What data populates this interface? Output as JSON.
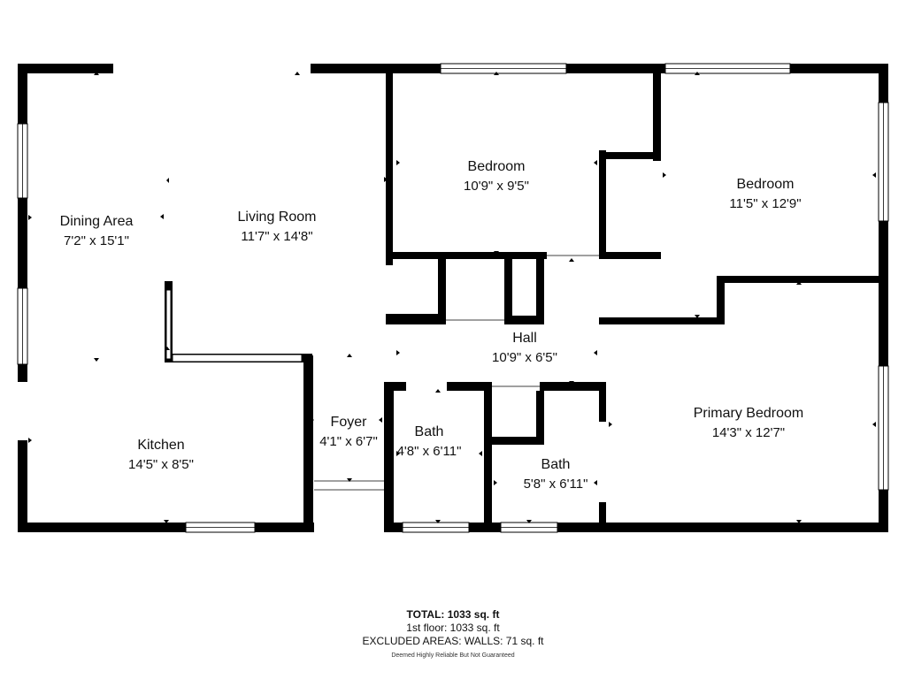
{
  "rooms": {
    "dining_area": {
      "name": "Dining Area",
      "dims": "7'2\" x 15'1\""
    },
    "living_room": {
      "name": "Living Room",
      "dims": "11'7\" x 14'8\""
    },
    "kitchen": {
      "name": "Kitchen",
      "dims": "14'5\" x 8'5\""
    },
    "foyer": {
      "name": "Foyer",
      "dims": "4'1\" x 6'7\""
    },
    "bedroom_1": {
      "name": "Bedroom",
      "dims": "10'9\" x 9'5\""
    },
    "bedroom_2": {
      "name": "Bedroom",
      "dims": "11'5\" x 12'9\""
    },
    "hall": {
      "name": "Hall",
      "dims": "10'9\" x 6'5\""
    },
    "bath_1": {
      "name": "Bath",
      "dims": "4'8\" x 6'11\""
    },
    "bath_2": {
      "name": "Bath",
      "dims": "5'8\" x 6'11\""
    },
    "primary_bedroom": {
      "name": "Primary Bedroom",
      "dims": "14'3\" x 12'7\""
    }
  },
  "summary": {
    "total": "TOTAL: 1033 sq. ft",
    "floor": "1st floor: 1033 sq. ft",
    "excluded": "EXCLUDED AREAS: WALLS: 71 sq. ft",
    "disclaimer": "Deemed Highly Reliable But Not Guaranteed"
  },
  "colors": {
    "wall": "#000000",
    "background": "#ffffff",
    "text": "#111111"
  }
}
